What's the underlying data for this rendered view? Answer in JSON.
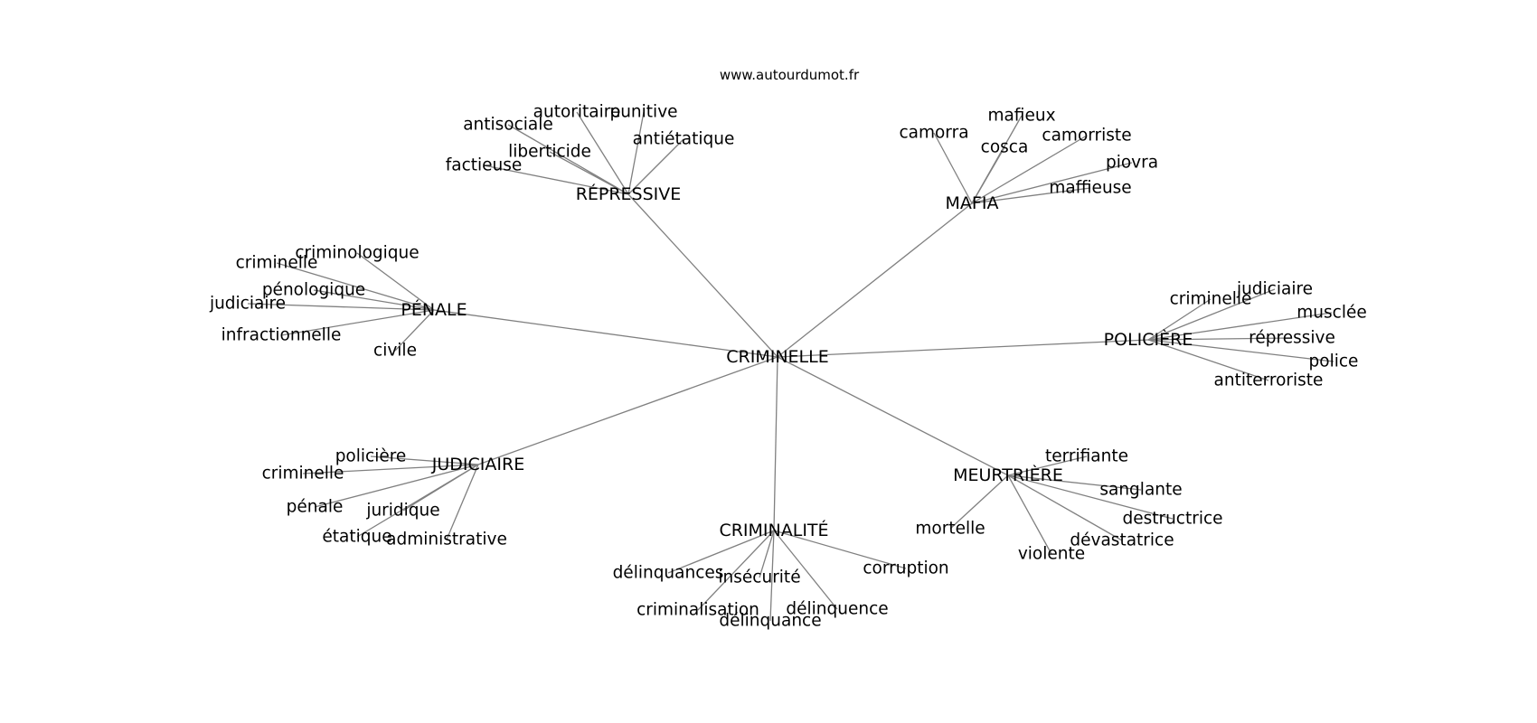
{
  "source": "www.autourdumot.fr",
  "colors": {
    "edge": "#808080",
    "text": "#000000",
    "background": "#ffffff"
  },
  "graph": {
    "root": "CRIMINELLE",
    "branches": [
      {
        "label": "RÉPRESSIVE",
        "leaves": [
          "autoritaire",
          "punitive",
          "antisociale",
          "antiétatique",
          "liberticide",
          "factieuse"
        ]
      },
      {
        "label": "MAFIA",
        "leaves": [
          "mafieux",
          "camorra",
          "camorriste",
          "cosca",
          "piovra",
          "maffieuse"
        ]
      },
      {
        "label": "PÉNALE",
        "leaves": [
          "criminologique",
          "criminelle",
          "pénologique",
          "judiciaire",
          "infractionnelle",
          "civile"
        ]
      },
      {
        "label": "POLICIÈRE",
        "leaves": [
          "judiciaire",
          "criminelle",
          "musclée",
          "répressive",
          "police",
          "antiterroriste"
        ]
      },
      {
        "label": "JUDICIAIRE",
        "leaves": [
          "policière",
          "criminelle",
          "pénale",
          "juridique",
          "étatique",
          "administrative"
        ]
      },
      {
        "label": "MEURTRIÈRE",
        "leaves": [
          "terrifiante",
          "sanglante",
          "destructrice",
          "mortelle",
          "dévastatrice",
          "violente"
        ]
      },
      {
        "label": "CRIMINALITÉ",
        "leaves": [
          "délinquances",
          "insécurité",
          "corruption",
          "criminalisation",
          "délinquence",
          "délinquance"
        ]
      }
    ]
  }
}
